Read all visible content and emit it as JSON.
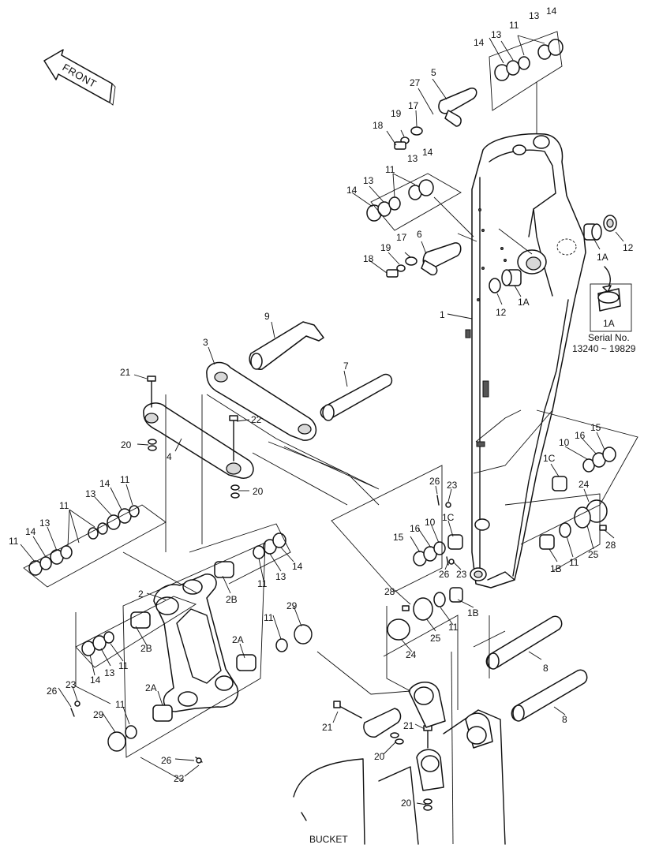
{
  "front_arrow": {
    "label": "FRONT"
  },
  "bucket_label": "BUCKET",
  "serial_box": {
    "part": "1A",
    "line1": "Serial No.",
    "line2": "13240 ~ 19829"
  },
  "callouts": [
    {
      "id": "c-14-a",
      "text": "14"
    },
    {
      "id": "c-13-a",
      "text": "13"
    },
    {
      "id": "c-11-a",
      "text": "11"
    },
    {
      "id": "c-13-b",
      "text": "13"
    },
    {
      "id": "c-14-b",
      "text": "14"
    },
    {
      "id": "c-5",
      "text": "5"
    },
    {
      "id": "c-27",
      "text": "27"
    },
    {
      "id": "c-17-a",
      "text": "17"
    },
    {
      "id": "c-19-a",
      "text": "19"
    },
    {
      "id": "c-18-a",
      "text": "18"
    },
    {
      "id": "c-13-c",
      "text": "13"
    },
    {
      "id": "c-14-c",
      "text": "14"
    },
    {
      "id": "c-11-b",
      "text": "11"
    },
    {
      "id": "c-13-d",
      "text": "13"
    },
    {
      "id": "c-14-d",
      "text": "14"
    },
    {
      "id": "c-6",
      "text": "6"
    },
    {
      "id": "c-17-b",
      "text": "17"
    },
    {
      "id": "c-19-b",
      "text": "19"
    },
    {
      "id": "c-18-b",
      "text": "18"
    },
    {
      "id": "c-12-a",
      "text": "12"
    },
    {
      "id": "c-1A-a",
      "text": "1A"
    },
    {
      "id": "c-1A-b",
      "text": "1A"
    },
    {
      "id": "c-12-b",
      "text": "12"
    },
    {
      "id": "c-1",
      "text": "1"
    },
    {
      "id": "c-9",
      "text": "9"
    },
    {
      "id": "c-3",
      "text": "3"
    },
    {
      "id": "c-7",
      "text": "7"
    },
    {
      "id": "c-21-a",
      "text": "21"
    },
    {
      "id": "c-22",
      "text": "22"
    },
    {
      "id": "c-20-a",
      "text": "20"
    },
    {
      "id": "c-4",
      "text": "4"
    },
    {
      "id": "c-20-b",
      "text": "20"
    },
    {
      "id": "c-15-a",
      "text": "15"
    },
    {
      "id": "c-16-a",
      "text": "16"
    },
    {
      "id": "c-10-a",
      "text": "10"
    },
    {
      "id": "c-1C-a",
      "text": "1C"
    },
    {
      "id": "c-24-a",
      "text": "24"
    },
    {
      "id": "c-26-a",
      "text": "26"
    },
    {
      "id": "c-23-a",
      "text": "23"
    },
    {
      "id": "c-28-a",
      "text": "28"
    },
    {
      "id": "c-25-a",
      "text": "25"
    },
    {
      "id": "c-11-c",
      "text": "11"
    },
    {
      "id": "c-1B-a",
      "text": "1B"
    },
    {
      "id": "c-14-e",
      "text": "14"
    },
    {
      "id": "c-11-d",
      "text": "11"
    },
    {
      "id": "c-13-e",
      "text": "13"
    },
    {
      "id": "c-11-e",
      "text": "11"
    },
    {
      "id": "c-13-f",
      "text": "13"
    },
    {
      "id": "c-14-f",
      "text": "14"
    },
    {
      "id": "c-11-f",
      "text": "11"
    },
    {
      "id": "c-15-b",
      "text": "15"
    },
    {
      "id": "c-16-b",
      "text": "16"
    },
    {
      "id": "c-10-b",
      "text": "10"
    },
    {
      "id": "c-1C-b",
      "text": "1C"
    },
    {
      "id": "c-26-b",
      "text": "26"
    },
    {
      "id": "c-23-b",
      "text": "23"
    },
    {
      "id": "c-11-g",
      "text": "11"
    },
    {
      "id": "c-13-g",
      "text": "13"
    },
    {
      "id": "c-14-g",
      "text": "14"
    },
    {
      "id": "c-2",
      "text": "2"
    },
    {
      "id": "c-2B-a",
      "text": "2B"
    },
    {
      "id": "c-2B-b",
      "text": "2B"
    },
    {
      "id": "c-28-b",
      "text": "28"
    },
    {
      "id": "c-1B-b",
      "text": "1B"
    },
    {
      "id": "c-25-b",
      "text": "25"
    },
    {
      "id": "c-11-h",
      "text": "11"
    },
    {
      "id": "c-24-b",
      "text": "24"
    },
    {
      "id": "c-11-i",
      "text": "11"
    },
    {
      "id": "c-29-a",
      "text": "29"
    },
    {
      "id": "c-2A-a",
      "text": "2A"
    },
    {
      "id": "c-14-h",
      "text": "14"
    },
    {
      "id": "c-13-h",
      "text": "13"
    },
    {
      "id": "c-11-j",
      "text": "11"
    },
    {
      "id": "c-8-a",
      "text": "8"
    },
    {
      "id": "c-8-b",
      "text": "8"
    },
    {
      "id": "c-26-c",
      "text": "26"
    },
    {
      "id": "c-23-c",
      "text": "23"
    },
    {
      "id": "c-2A-b",
      "text": "2A"
    },
    {
      "id": "c-11-k",
      "text": "11"
    },
    {
      "id": "c-29-b",
      "text": "29"
    },
    {
      "id": "c-21-b",
      "text": "21"
    },
    {
      "id": "c-21-c",
      "text": "21"
    },
    {
      "id": "c-20-c",
      "text": "20"
    },
    {
      "id": "c-26-d",
      "text": "26"
    },
    {
      "id": "c-23-d",
      "text": "23"
    },
    {
      "id": "c-20-d",
      "text": "20"
    }
  ]
}
